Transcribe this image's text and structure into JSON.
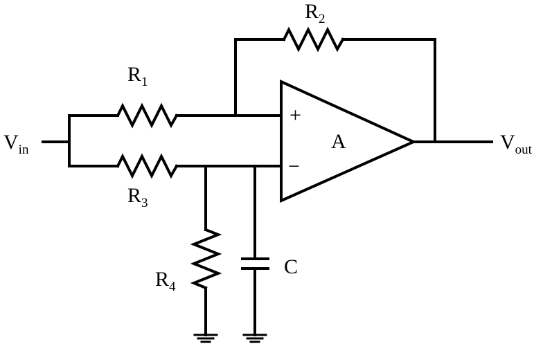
{
  "labels": {
    "vin": {
      "main": "V",
      "sub": "in"
    },
    "vout": {
      "main": "V",
      "sub": "out"
    },
    "r1": {
      "main": "R",
      "sub": "1"
    },
    "r2": {
      "main": "R",
      "sub": "2"
    },
    "r3": {
      "main": "R",
      "sub": "3"
    },
    "r4": {
      "main": "R",
      "sub": "4"
    },
    "c": "C",
    "amp": "A",
    "plus": "+",
    "minus": "−"
  }
}
